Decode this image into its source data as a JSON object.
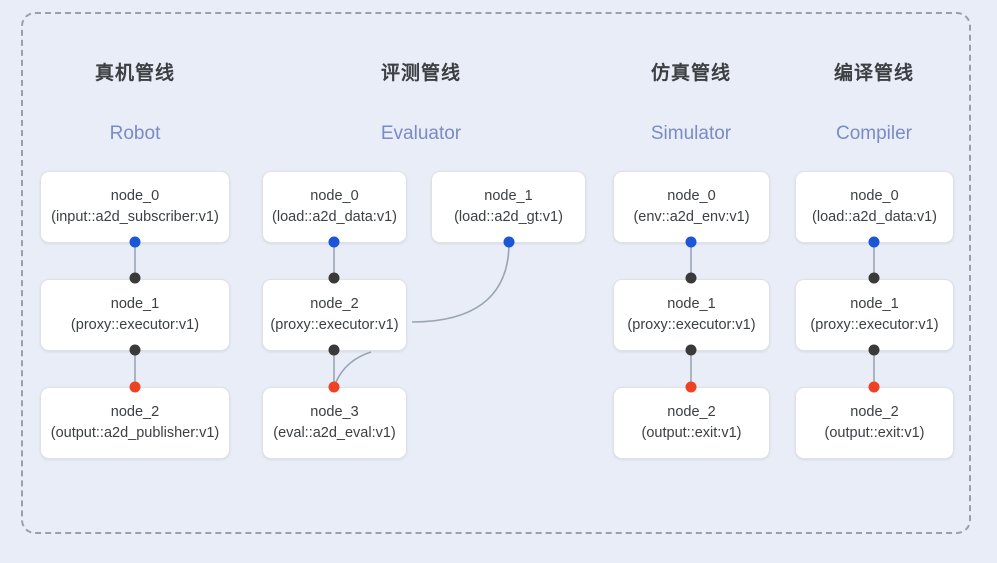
{
  "diagram": {
    "background_color": "#e8edf7",
    "frame_border_color": "#9aa0ab",
    "accent_color": "#7b8bc4",
    "port_colors": {
      "input": "#1a56d6",
      "middle": "#3a3a3a",
      "output": "#ef4123"
    }
  },
  "columns": [
    {
      "id": "robot",
      "title_cn": "真机管线",
      "title_en": "Robot",
      "nodes": [
        {
          "name": "node_0",
          "type": "(input::a2d_subscriber:v1)"
        },
        {
          "name": "node_1",
          "type": "(proxy::executor:v1)"
        },
        {
          "name": "node_2",
          "type": "(output::a2d_publisher:v1)"
        }
      ]
    },
    {
      "id": "evaluator",
      "title_cn": "评测管线",
      "title_en": "Evaluator",
      "nodes": [
        {
          "name": "node_0",
          "type": "(load::a2d_data:v1)"
        },
        {
          "name": "node_2",
          "type": "(proxy::executor:v1)"
        },
        {
          "name": "node_3",
          "type": "(eval::a2d_eval:v1)"
        },
        {
          "name": "node_1",
          "type": "(load::a2d_gt:v1)"
        }
      ]
    },
    {
      "id": "simulator",
      "title_cn": "仿真管线",
      "title_en": "Simulator",
      "nodes": [
        {
          "name": "node_0",
          "type": "(env::a2d_env:v1)"
        },
        {
          "name": "node_1",
          "type": "(proxy::executor:v1)"
        },
        {
          "name": "node_2",
          "type": "(output::exit:v1)"
        }
      ]
    },
    {
      "id": "compiler",
      "title_cn": "编译管线",
      "title_en": "Compiler",
      "nodes": [
        {
          "name": "node_0",
          "type": "(load::a2d_data:v1)"
        },
        {
          "name": "node_1",
          "type": "(proxy::executor:v1)"
        },
        {
          "name": "node_2",
          "type": "(output::exit:v1)"
        }
      ]
    }
  ]
}
